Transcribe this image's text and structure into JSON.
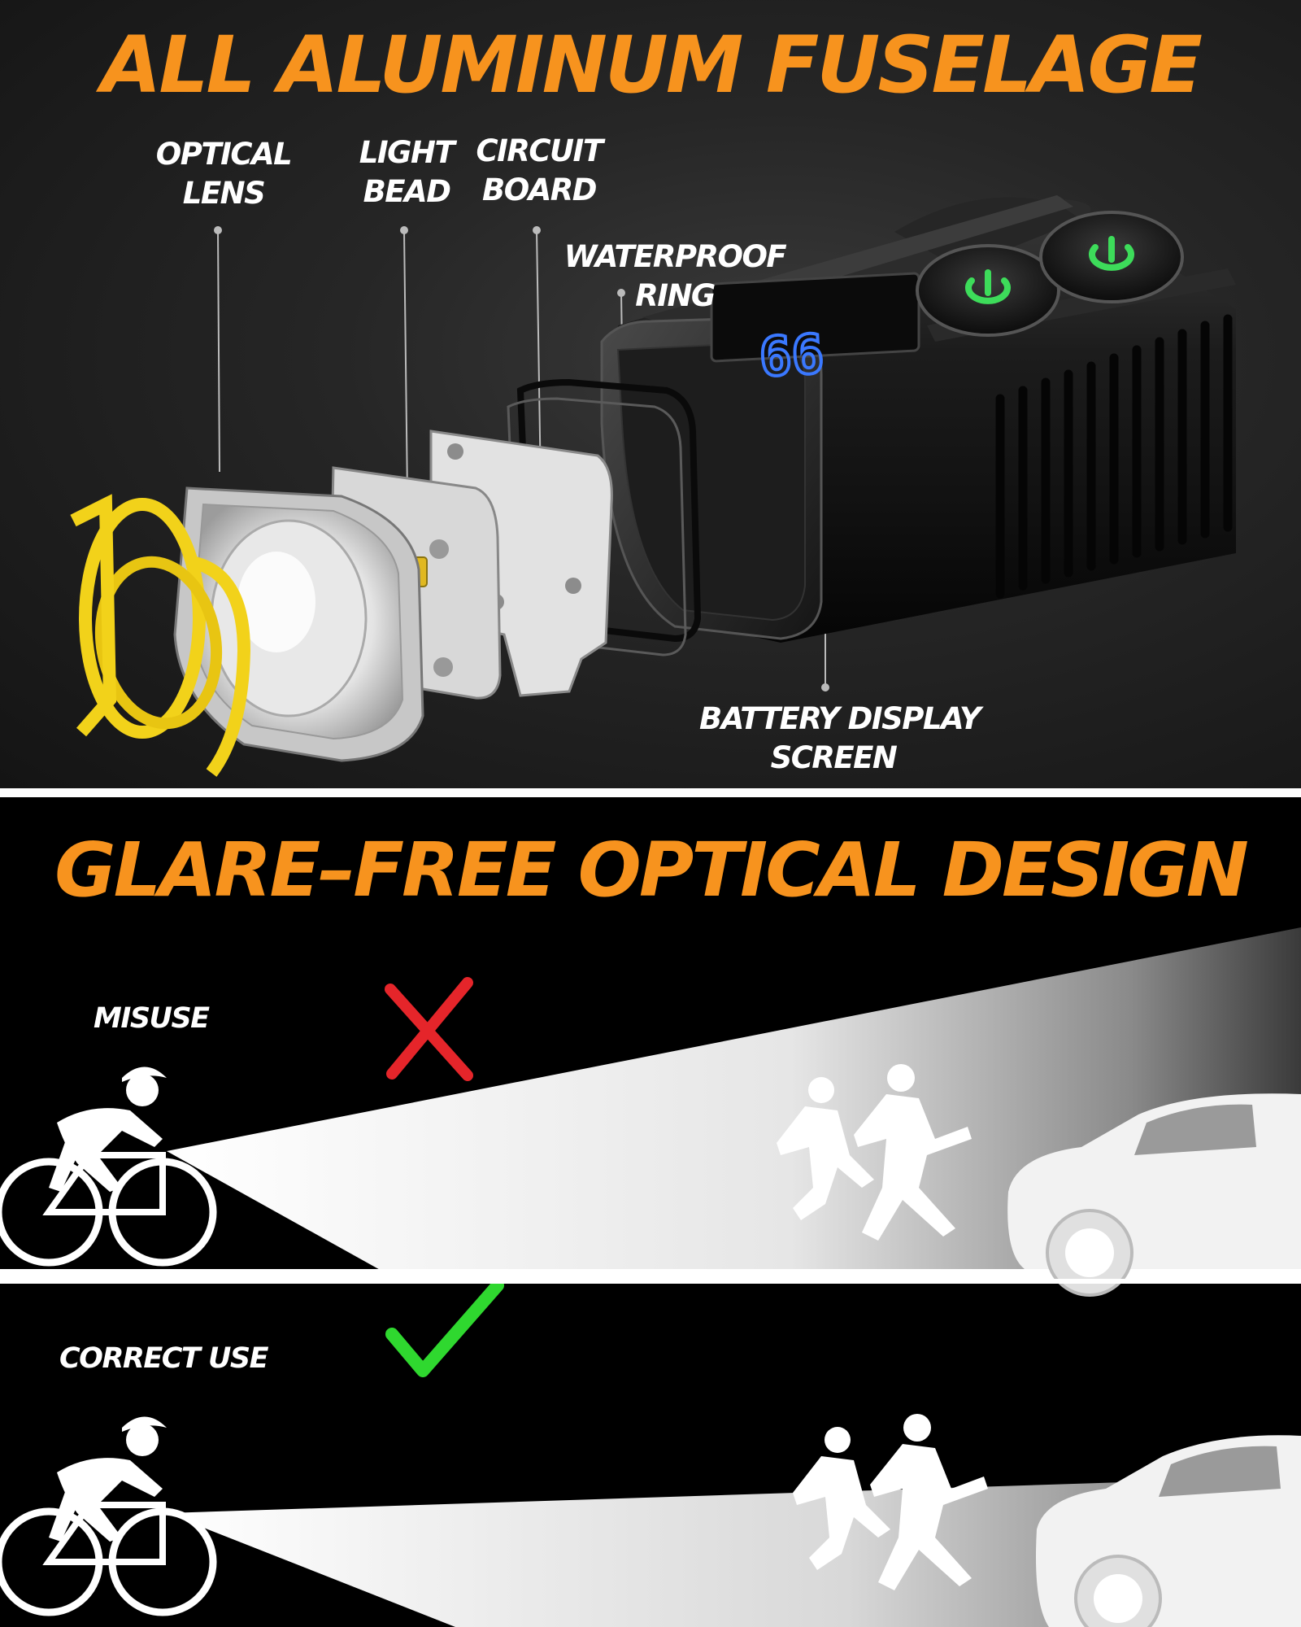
{
  "top": {
    "title": "ALL ALUMINUM FUSELAGE",
    "labels": {
      "optical_lens": [
        "OPTICAL",
        "LENS"
      ],
      "light_bead": [
        "LIGHT",
        "BEAD"
      ],
      "circuit_board": [
        "CIRCUIT",
        "BOARD"
      ],
      "waterproof_ring": [
        "WATERPROOF",
        "RING"
      ],
      "battery_display": [
        "BATTERY DISPLAY",
        "SCREEN"
      ]
    },
    "display_reading": "66",
    "icons": [
      "power-button-icon",
      "power-button-icon"
    ],
    "colors": {
      "title": "#f7931e",
      "lens_ring": "#f2d21a",
      "power_glow": "#3ddc5a",
      "display": "#2f6bff"
    }
  },
  "bottom": {
    "title": "GLARE–FREE OPTICAL DESIGN",
    "misuse": {
      "label": "MISUSE",
      "mark": "cross-icon",
      "mark_color": "#e5252a"
    },
    "correct": {
      "label": "CORRECT USE",
      "mark": "check-icon",
      "mark_color": "#2fd82f"
    }
  }
}
